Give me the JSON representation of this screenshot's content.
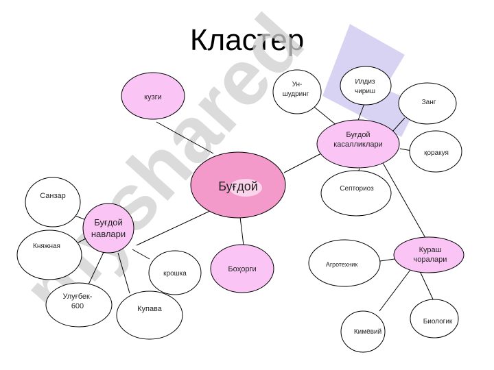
{
  "title": "Кластер",
  "watermark": "myshared",
  "colors": {
    "center_fill": "#f39acb",
    "pink_fill": "#fac5f5",
    "white_fill": "#ffffff",
    "stroke": "#000000",
    "watermark": "#c9c9c9",
    "watermark_accent": "#b8aee8"
  },
  "nodes": {
    "center": "Буғдой",
    "kuzgi": "кузги",
    "navlari": [
      "Буғдой",
      "навлари"
    ],
    "sanzar": "Санзар",
    "knyazhnaya": "Княжная",
    "ulugbek": [
      "Улуғбек-",
      "600"
    ],
    "kupava": "Купава",
    "kroshka": "крошка",
    "bohorgi": "Боҳорги",
    "kasalliklari": [
      "Буғдой",
      "касалликлари"
    ],
    "un_shudring": [
      "Ун-",
      "шудринг"
    ],
    "ildiz_chirish": [
      "Илдиз",
      "чириш"
    ],
    "zang": "Занг",
    "qorakuya": "қоракуя",
    "septorioz": "Септориоз",
    "kurash": [
      "Кураш",
      "чоралари"
    ],
    "agrotexnik": "Агротехник",
    "kimyoviy": "Кимёвий",
    "biologik": "Биологик"
  }
}
